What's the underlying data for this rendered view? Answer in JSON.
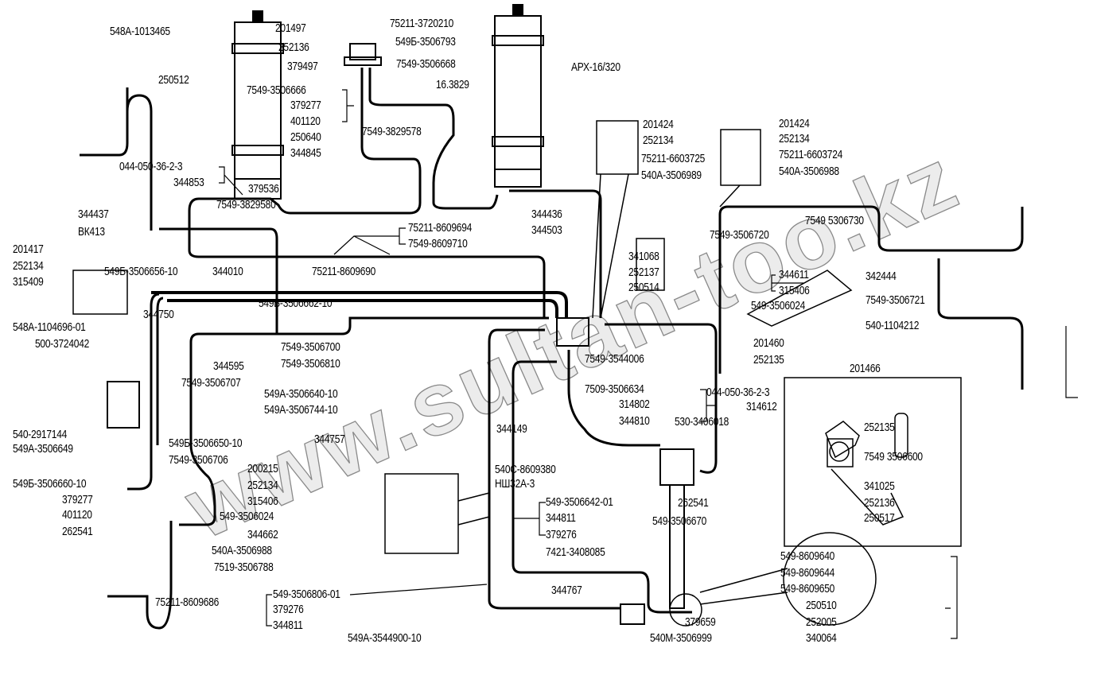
{
  "watermark": "www.sultan-too.kz",
  "labels": [
    "548А-1013465",
    "250512",
    "201497",
    "252136",
    "379497",
    "75211-3720210",
    "549Б-3506793",
    "7549-3506668",
    "16.3829",
    "7549-3506666",
    "379277",
    "401120",
    "7549-3829578",
    "250640",
    "344845",
    "044-050-36-2-3",
    "344853",
    "379536",
    "7549-3829580",
    "АРХ-16/320",
    "201424",
    "252134",
    "75211-6603725",
    "540А-3506989",
    "201424",
    "252134",
    "75211-6603724",
    "540А-3506988",
    "344436",
    "344503",
    "344437",
    "ВК413",
    "75211-8609694",
    "7549-8609710",
    "7549-3506720",
    "7549 5306730",
    "344010",
    "75211-8609690",
    "549Б-3506656-10",
    "201417",
    "252134",
    "315409",
    "341068",
    "252137",
    "250514",
    "344611",
    "315406",
    "549-3506024",
    "342444",
    "7549-3506721",
    "540-1104212",
    "549Б-3506662-10",
    "344750",
    "548А-1104696-01",
    "500-3724042",
    "7549-3506700",
    "7549-3506810",
    "344595",
    "7549-3544006",
    "7549-3506707",
    "7509-3506634",
    "314802",
    "344810",
    "549А-3506640-10",
    "549А-3506744-10",
    "201460",
    "252135",
    "201466",
    "044-050-36-2-3",
    "314612",
    "530-3406018",
    "252135",
    "7549 3506600",
    "344149",
    "540-2917144",
    "549А-3506649",
    "549Б-3506650-10",
    "7549-3506706",
    "344757",
    "540С-8609380",
    "НШ32А-3",
    "200215",
    "252134",
    "315406",
    "549-3506024",
    "344662",
    "540А-3506988",
    "7519-3506788",
    "549Б-3506660-10",
    "379277",
    "401120",
    "262541",
    "549-3506642-01",
    "344811",
    "379276",
    "262541",
    "549-3506670",
    "341025",
    "252136",
    "250517",
    "7421-3408085",
    "549-8609640",
    "549-8609644",
    "549-8609650",
    "250510",
    "252005",
    "340064",
    "75211-8609686",
    "549-3506806-01",
    "379276",
    "344811",
    "344767",
    "379659",
    "549А-3544900-10",
    "540М-3506999"
  ]
}
